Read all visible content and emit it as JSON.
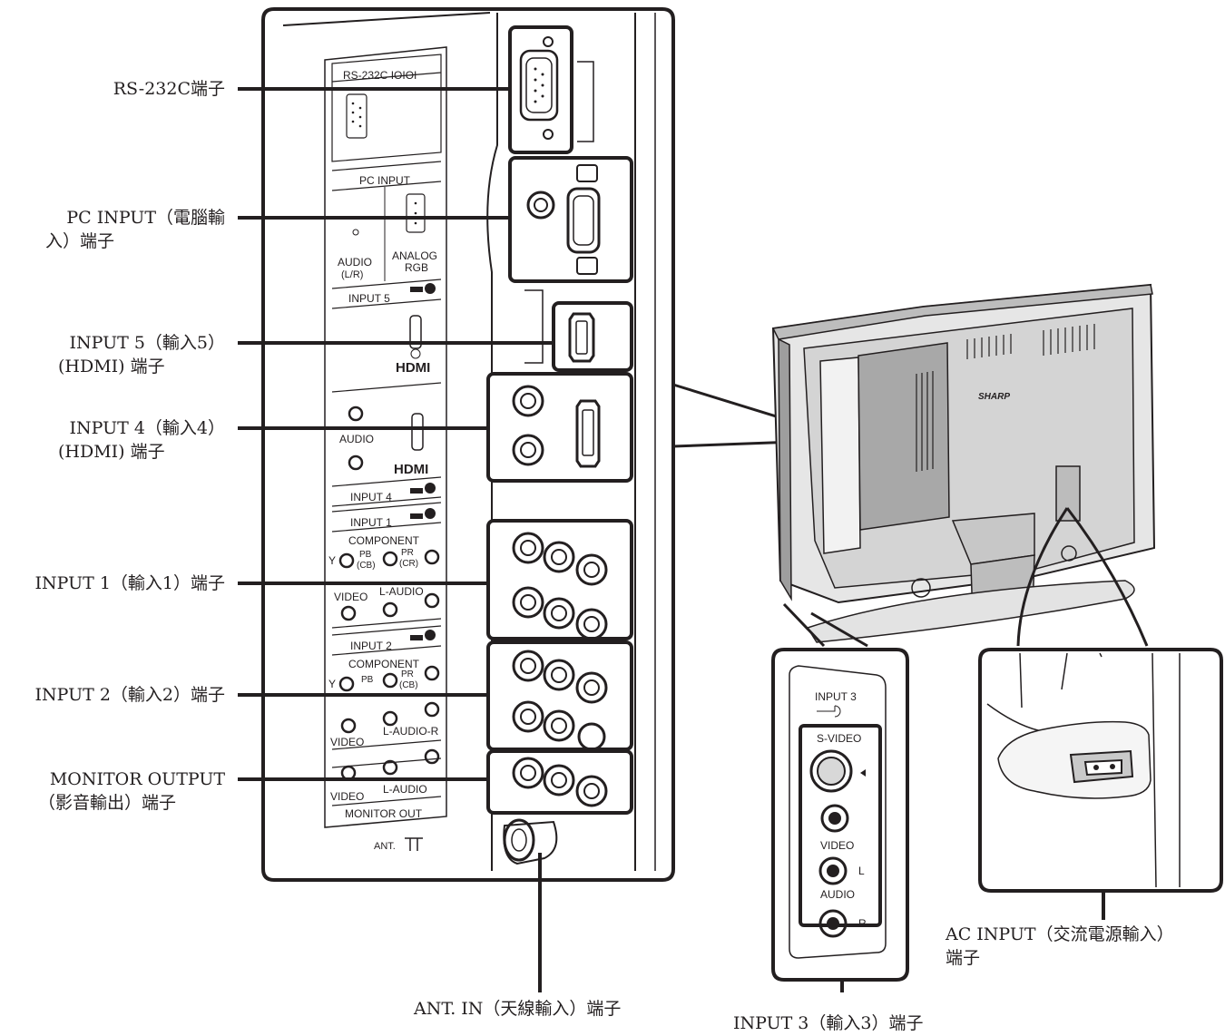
{
  "callouts": {
    "rs232c": "RS-232C端子",
    "pc_input_line1": "PC INPUT（電腦輸",
    "pc_input_line2": "入）端子",
    "input5_line1": "INPUT 5（輸入5）",
    "input5_line2": "(HDMI) 端子",
    "input4_line1": "INPUT 4（輸入4）",
    "input4_line2": "(HDMI) 端子",
    "input1": "INPUT 1（輸入1）端子",
    "input2": "INPUT 2（輸入2）端子",
    "monitor_line1": "MONITOR OUTPUT",
    "monitor_line2": "（影音輸出）端子",
    "ant_in": "ANT. IN（天線輸入）端子",
    "input3": "INPUT 3（輸入3）端子",
    "ac_line1": "AC INPUT（交流電源輸入）",
    "ac_line2": "端子"
  },
  "panel_labels": {
    "rs232c": "RS-232C IOIOI",
    "pc_input": "PC INPUT",
    "audio": "AUDIO",
    "audio_lr": "(L/R)",
    "analog": "ANALOG",
    "rgb": "RGB",
    "input5": "INPUT 5",
    "hdmi": "HDMI",
    "input4": "INPUT 4",
    "input1": "INPUT 1",
    "component": "COMPONENT",
    "y": "Y",
    "pb": "PB",
    "cb": "(CB)",
    "pr": "PR",
    "cr": "(CR)",
    "video": "VIDEO",
    "l_audio": "L-AUDIO",
    "input2": "INPUT 2",
    "l_audio_r": "L-AUDIO-R",
    "monitor_out": "MONITOR OUT",
    "ant": "ANT.",
    "input3": "INPUT 3",
    "svideo": "S-VIDEO",
    "l": "L",
    "r": "R",
    "brand": "SHARP"
  }
}
